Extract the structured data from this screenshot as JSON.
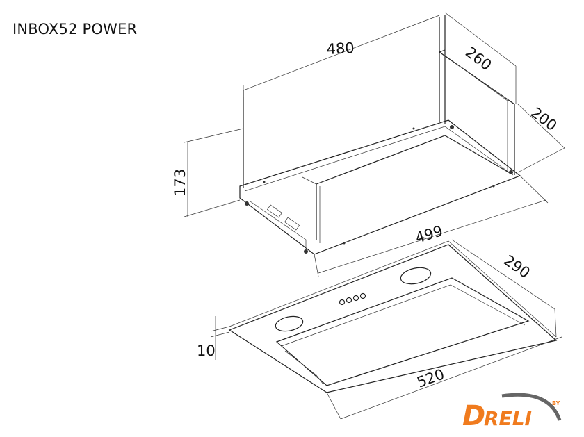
{
  "title": "INBOX52 POWER",
  "dimensions": {
    "width_top": "480",
    "depth_top": "260",
    "depth_side": "200",
    "height": "173",
    "width_flange": "499",
    "depth_panel": "290",
    "width_panel": "520",
    "panel_thickness": "10"
  },
  "logo": {
    "text": "DRELI",
    "by": "BY",
    "color": "#f07b1e",
    "swoosh_color": "#666666"
  }
}
